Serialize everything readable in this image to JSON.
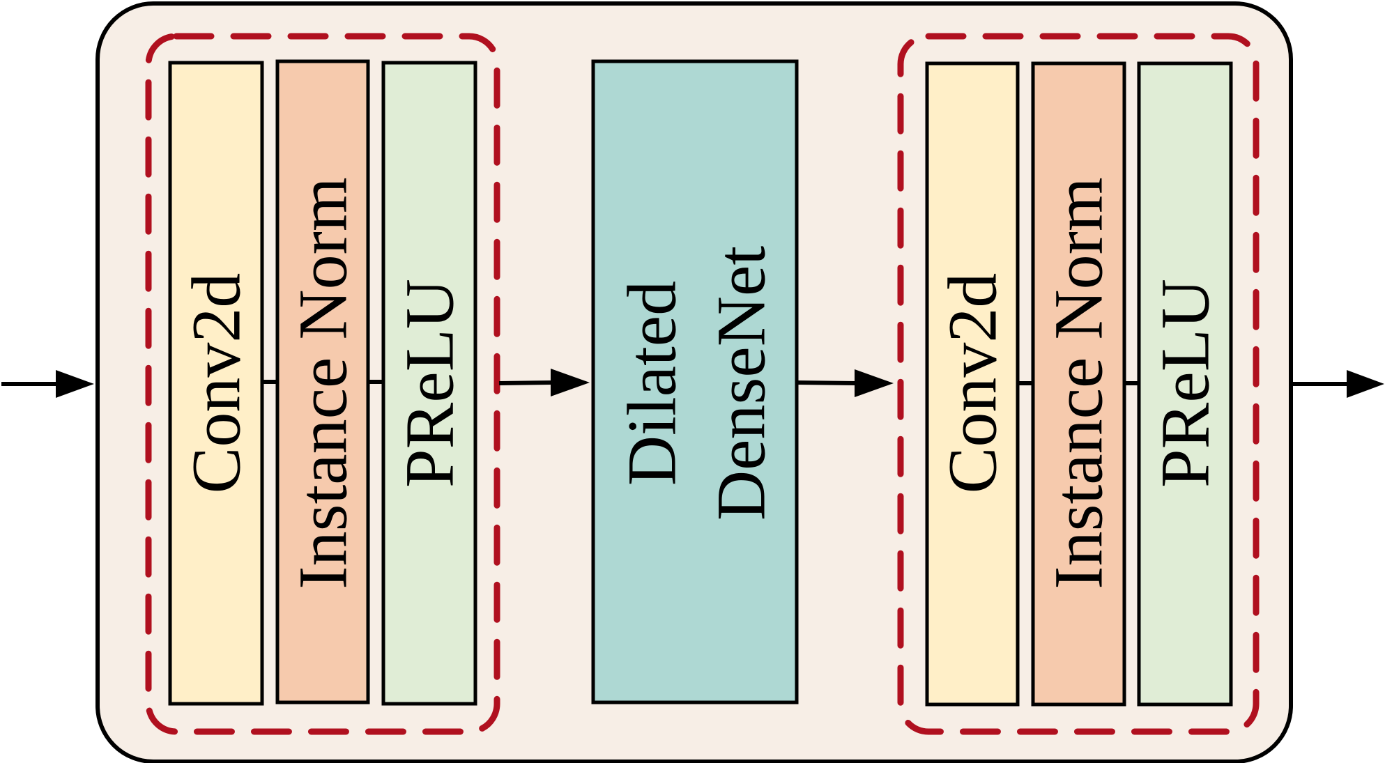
{
  "colors": {
    "outer_fill": "#F7EEE6",
    "outline": "#000000",
    "dash_group": "#B0101F",
    "conv2d_fill": "#FFEFC8",
    "instance_norm_fill": "#F6CAAD",
    "prelu_fill": "#E0EDD6",
    "densenet_fill": "#AED8D3"
  },
  "left_group": {
    "conv2d": "Conv2d",
    "instance_norm": "Instance Norm",
    "prelu": "PReLU"
  },
  "middle": {
    "line1": "Dilated",
    "line2": "DenseNet"
  },
  "right_group": {
    "conv2d": "Conv2d",
    "instance_norm": "Instance Norm",
    "prelu": "PReLU"
  }
}
